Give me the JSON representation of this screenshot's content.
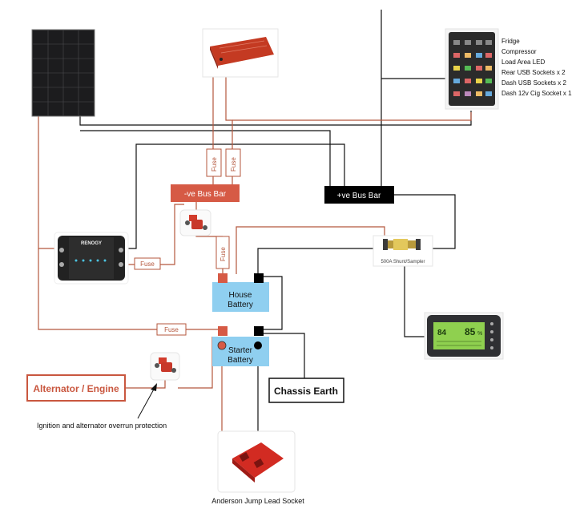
{
  "fuse_box_loads": [
    "Fridge",
    "Compressor",
    "Load Area LED",
    "Rear USB Sockets x 2",
    "Dash USB Sockets x 2",
    "Dash 12v Cig Socket x 1"
  ],
  "labels": {
    "neg_bus_bar": "-ve Bus Bar",
    "pos_bus_bar": "+ve Bus Bar",
    "fuse": "Fuse",
    "house_battery_line1": "House",
    "house_battery_line2": "Battery",
    "starter_battery_line1": "Starter",
    "starter_battery_line2": "Battery",
    "shunt": "500A Shunt/Sampler",
    "alternator": "Alternator / Engine",
    "chassis_earth": "Chassis Earth",
    "ignition_note": "Ignition and alternator overrun protection",
    "anderson": "Anderson Jump Lead Socket",
    "dcdc_brand": "RENOGY",
    "monitor_reading_left": "84",
    "monitor_reading_right": "85",
    "monitor_percent": "%"
  },
  "colors": {
    "positive_wire": "#b5573d",
    "negative_wire": "#111111",
    "bus_bar_red": "#d65a45",
    "bus_bar_black": "#000000",
    "battery_fill": "#8fcff0",
    "alternator_text": "#c9573f",
    "fuse_text": "#b5573d"
  }
}
